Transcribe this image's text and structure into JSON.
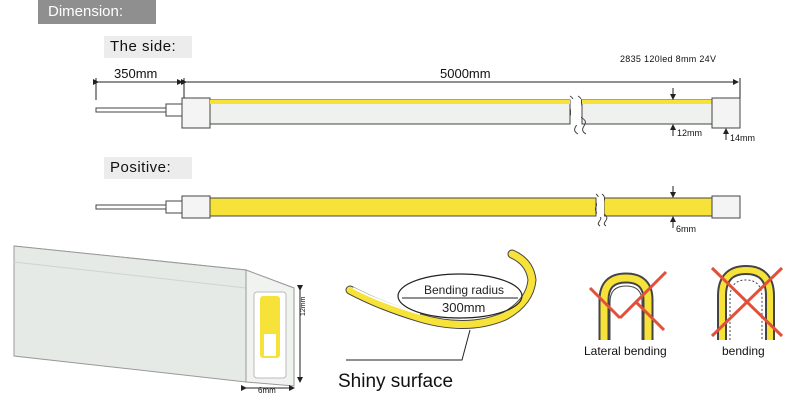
{
  "header": {
    "title": "Dimension:"
  },
  "side_view": {
    "title": "The side:",
    "spec": "2835 120led 8mm  24V",
    "lead_length": "350mm",
    "strip_length": "5000mm",
    "inner_height": "12mm",
    "outer_height": "14mm"
  },
  "positive_view": {
    "title": "Positive:",
    "width": "6mm"
  },
  "cross_section": {
    "height": "12mm",
    "width": "6mm"
  },
  "bending": {
    "radius_label": "Bending radius",
    "radius_value": "300mm",
    "surface_label": "Shiny surface"
  },
  "not_allowed": {
    "lateral_label": "Lateral bending",
    "bending_label": "bending"
  },
  "colors": {
    "led_yellow": "#f7e23a",
    "silicone": "#eef1ee",
    "outline": "#444444",
    "cross_red": "#e0503a"
  }
}
